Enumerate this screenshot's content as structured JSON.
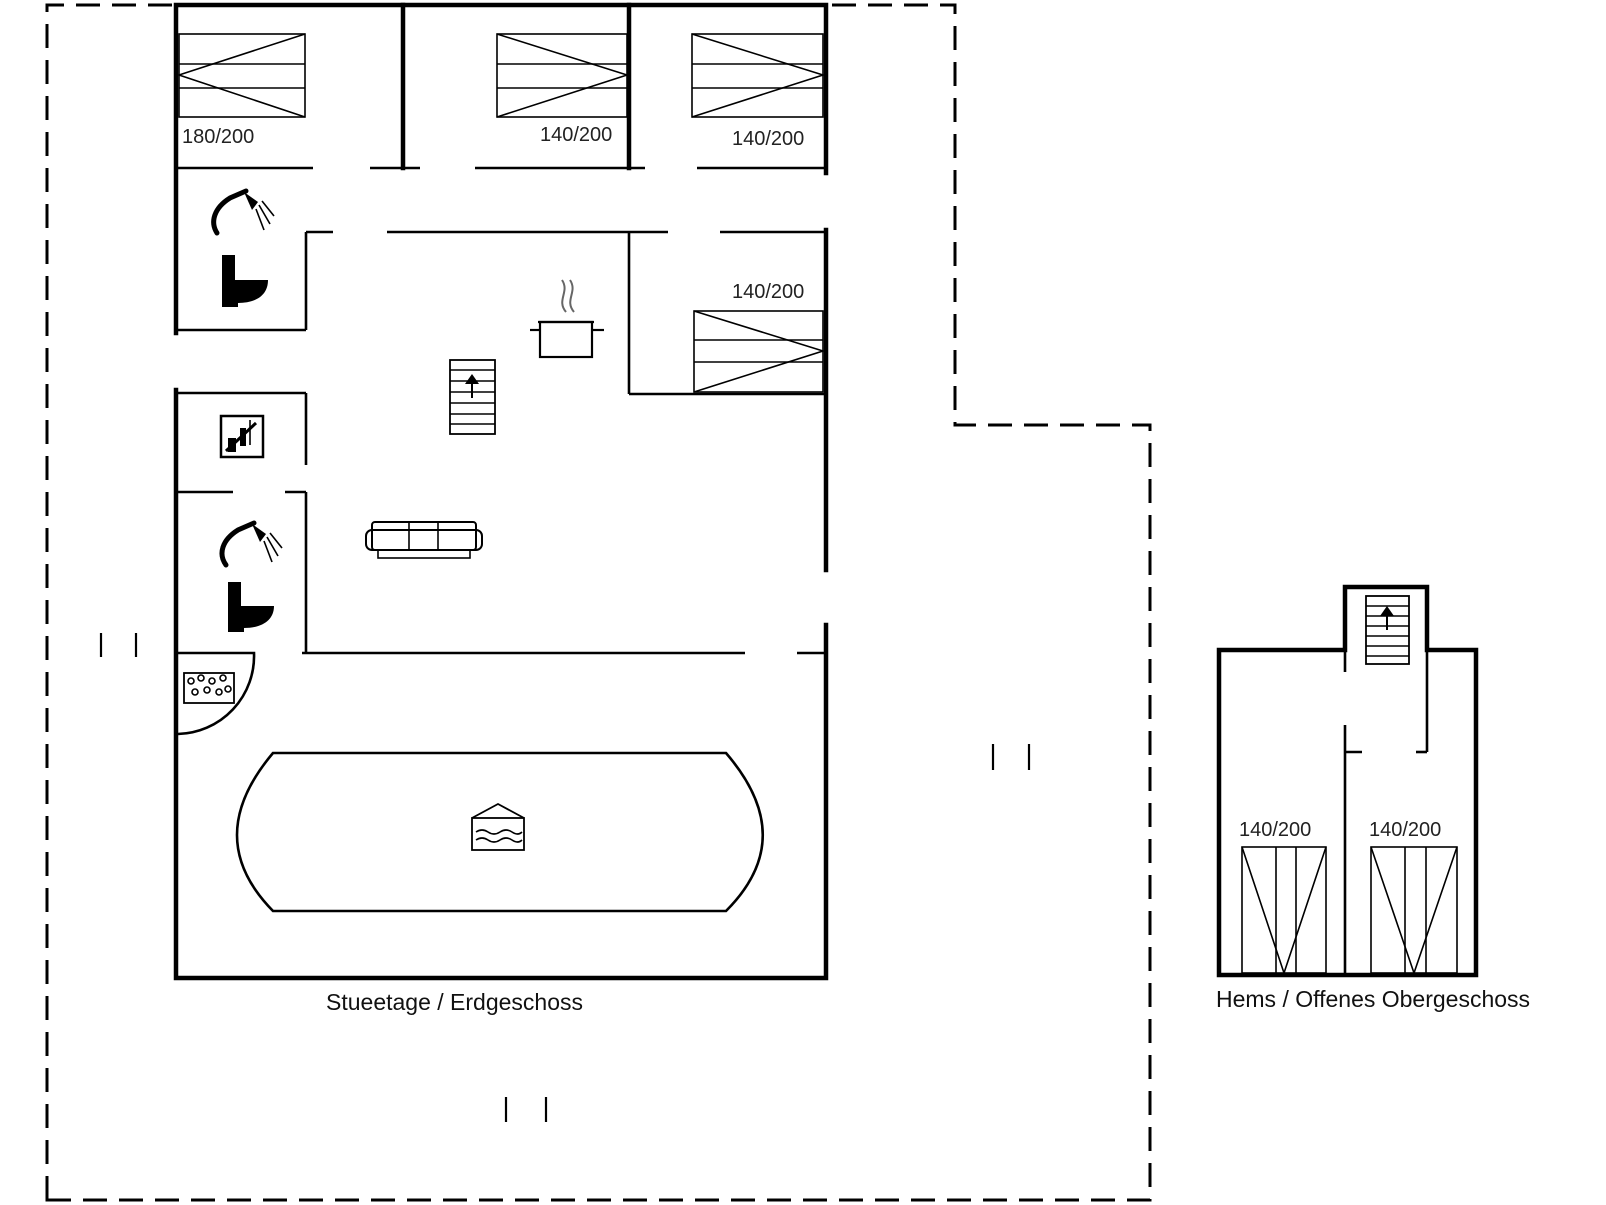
{
  "beds": {
    "bed1": "180/200",
    "bed2": "140/200",
    "bed3": "140/200",
    "bed4": "140/200",
    "bed5": "140/200",
    "bed6": "140/200"
  },
  "floors": {
    "ground": "Stueetage / Erdgeschoss",
    "loft": "Hems / Offenes Obergeschoss"
  },
  "icons": [
    "shower-icon",
    "toilet-icon",
    "washing-machine-icon",
    "whirlpool-icon",
    "kitchen-pot-icon",
    "stairs-icon",
    "sofa-icon",
    "pool-icon"
  ]
}
